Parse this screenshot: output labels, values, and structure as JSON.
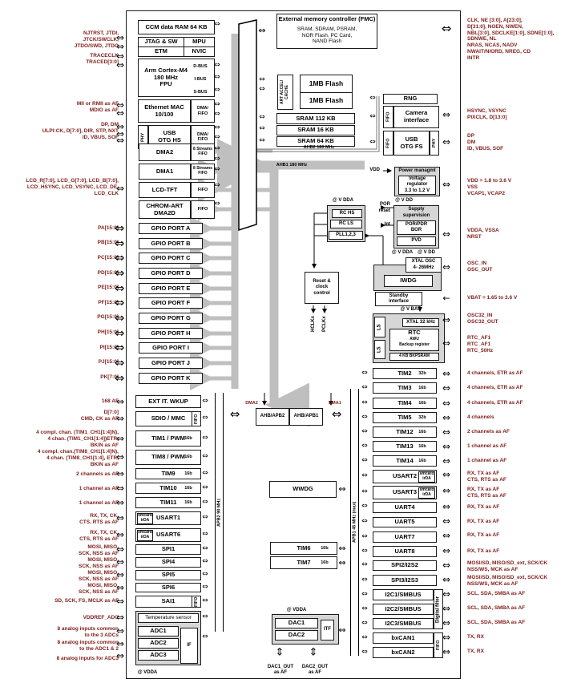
{
  "colors": {
    "pin_label": "#80201c",
    "block_border": "#1a1a1a",
    "shade_fill": "#d6d6d6",
    "bus_gray": "#bfbfbf"
  },
  "core": {
    "ccm": "CCM data RAM 64 KB",
    "jtag": "JTAG & SW",
    "mpu": "MPU",
    "etm": "ETM",
    "nvic": "NVIC",
    "cortex": "Arm Cortex-M4\n180 MHz\nFPU",
    "dbus": "D-BUS",
    "ibus": "I-BUS",
    "sbus": "S-BUS",
    "eth": "Ethernet MAC\n10/100",
    "eth_fifo": "DMA/\nFIFO",
    "phy_hs": "PHY",
    "usb_hs": "USB\nOTG HS",
    "usb_fifo": "DMA/\nFIFO",
    "dma2": "DMA2",
    "streams2": "8 Streams\nFIFO",
    "dma1": "DMA1",
    "streams1": "8 Streams\nFIFO",
    "lcd": "LCD-TFT",
    "lcd_fifo": "FIFO",
    "chromart": "CHROM-ART\nDMA2D",
    "cr_fifo": "FIFO"
  },
  "gpio_ports": [
    "GPIO PORT A",
    "GPIO PORT B",
    "GPIO PORT C",
    "GPIO PORT D",
    "GPIO PORT E",
    "GPIO PORT F",
    "GPIO PORT G",
    "GPIO PORT H",
    "GPIO PORT I",
    "GPIO PORT J",
    "GPIO PORT K"
  ],
  "mem": {
    "fmc_title": "External memory controller (FMC)",
    "fmc_lines": "SRAM, SDRAM, PSRAM,\nNOR Flash, PC Card,\nNAND Flash",
    "art": "ART ACCEL/ CACHE",
    "flash1": "1MB Flash",
    "flash2": "1MB Flash",
    "sram112": "SRAM 112 KB",
    "sram16": "SRAM 16 KB",
    "sram64": "SRAM 64 KB"
  },
  "bus": {
    "ahb2": "AHB2 180 MHz",
    "ahb1": "AHB1 180 MHz",
    "apb2_v": "APB2 90 MHz",
    "apb1_v": "APB1 45 MHz (max)"
  },
  "rt": {
    "rng": "RNG",
    "cam_fifo": "FIFO",
    "camera": "Camera\ninterface",
    "usb_fifo": "FIFO",
    "usb_fs": "USB\nOTG FS",
    "usb_phy": "PHY",
    "vdd": "VDD",
    "power_hdr": "Power managmt",
    "vreg": "Voltage\nregulator\n3.3 to 1.2 V",
    "at_vdd1": "@ V DD",
    "supply_hdr": "Supply\nsupervision",
    "porpdr": "POR/PDR\nBOR",
    "pvd": "PVD",
    "por": "POR\nreset",
    "int": "Int",
    "at_vdda1": "@ V DDA",
    "at_vdd2": "@ V DD",
    "at_vdda2": "@ V DDA",
    "rc_hs": "RC   HS",
    "rc_ls": "RC   LS",
    "pll": "PLL1,2,3",
    "xtal": "XTAL OSC\n4- 26MHz",
    "iwdg": "IWDG",
    "standby": "Standby\ninterface",
    "at_vbat": "@ V BAT",
    "ls1": "LS",
    "ls2": "LS",
    "xtal32": "XTAL 32 kHz",
    "rtc_t": "RTC",
    "awu": "AWU",
    "backup": "Backup register",
    "bkpsram": "4 KB BKPSRAM",
    "rcc": "Reset &\nclock\ncontrol",
    "hclk": "HCLKx",
    "pclk": "PCLKx"
  },
  "br": {
    "dma2": "DMA2",
    "dma1": "DMA1",
    "apb2": "AHB/APB2",
    "apb1": "AHB/APB1",
    "wwdg": "WWDG"
  },
  "ctr": {
    "tim6": "TIM6",
    "tim6_tag": "16b",
    "tim7": "TIM7",
    "tim7_tag": "16b",
    "at_vdda": "@ VDDA",
    "dac1": "DAC1",
    "dac2": "DAC2",
    "itf": "ITF",
    "dac1_out": "DAC1_OUT\nas AF",
    "dac2_out": "DAC2_OUT\nas AF"
  },
  "left_periph": [
    {
      "label": "EXT IT. WKUP"
    },
    {
      "label": "SDIO / MMC",
      "fifo": "FIFO"
    },
    {
      "label": "TIM1 / PWM",
      "tag": "16b"
    },
    {
      "label": "TIM8 / PWM",
      "tag": "16b"
    },
    {
      "label": "TIM9",
      "tag": "16b"
    },
    {
      "label": "TIM10",
      "tag": "16b"
    },
    {
      "label": "TIM11",
      "tag": "16b"
    },
    {
      "label": "USART1",
      "sub": "smcard\nirDA"
    },
    {
      "label": "USART6",
      "sub": "smcard\nirDA"
    },
    {
      "label": "SPI1"
    },
    {
      "label": "SPI4"
    },
    {
      "label": "SPI5"
    },
    {
      "label": "SPI6"
    },
    {
      "label": "SAI1",
      "fifo": "FIFO"
    }
  ],
  "adc": {
    "temp": "Temperature sensor",
    "adc1": "ADC1",
    "adc2": "ADC2",
    "adc3": "ADC3",
    "if": "IF",
    "at_vdda": "@ VDDA"
  },
  "right_periph": [
    {
      "label": "TIM2",
      "tag": "32b"
    },
    {
      "label": "TIM3",
      "tag": "16b"
    },
    {
      "label": "TIM4",
      "tag": "16b"
    },
    {
      "label": "TIM5",
      "tag": "32b"
    },
    {
      "label": "TIM12",
      "tag": "16b"
    },
    {
      "label": "TIM13",
      "tag": "16b"
    },
    {
      "label": "TIM14",
      "tag": "16b"
    },
    {
      "label": "USART2",
      "sub": "smcard\nirDA"
    },
    {
      "label": "USART3",
      "sub": "smcard\nirDA"
    },
    {
      "label": "UART4"
    },
    {
      "label": "UART5"
    },
    {
      "label": "UART7"
    },
    {
      "label": "UART8"
    },
    {
      "label": "SPI2/I2S2"
    },
    {
      "label": "SPI3/I2S3"
    },
    {
      "label": "I2C1/SMBUS"
    },
    {
      "label": "I2C2/SMBUS"
    },
    {
      "label": "I2C3/SMBUS"
    },
    {
      "label": "bxCAN1"
    },
    {
      "label": "bxCAN2"
    }
  ],
  "rp": {
    "digital": "Digital filter",
    "fifo": "FIFO"
  },
  "pins_left": [
    "NJTRST, JTDI,\nJTCK/SWCLK,\nJTDO/SWD, JTDO",
    "TRACECLK\nTRACED[3:0]",
    "MII or RMII as AF\nMDIO as AF",
    "DP, DM\nULPI:CK, D[7:0], DIR, STP, NXT\nID, VBUS, SOF",
    "LCD_R[7:0], LCD_G[7:0], LCD_B[7:0],\nLCD_HSYNC, LCD_VSYNC, LCD_DE,\nLCD_CLK",
    "PA[15:0]",
    "PB[15:0]",
    "PC[15:0]",
    "PD[15:0]",
    "PE[15:0]",
    "PF[15:0]",
    "PG[15:0]",
    "PH[15:0]",
    "PI[15:0]",
    "PJ[15:0]",
    "PK[7:0]",
    "168 AF",
    "D[7:0]\nCMD, CK as AF",
    "4 compl. chan. (TIM1_CH1[1:4]N),\n4 chan. (TIM1_CH1[1:4])ETR,\nBKIN as AF",
    "4 compl. chan.(TIM8_CH1[1:4]N),\n4 chan. (TIM8_CH1[1:4], ETR,\nBKIN as AF",
    "2 channels as AF",
    "1 channel as AF",
    "1 channel as AF",
    "RX, TX, CK,\nCTS, RTS as AF",
    "RX, TX, CK,\nCTS, RTS as AF",
    "MOSI, MISO,\nSCK, NSS as AF",
    "MOSI, MISO,\nSCK, NSS as AF",
    "MOSI, MISO,\nSCK, NSS as AF",
    "MOSI, MISO,\nSCK, NSS as AF",
    "SD, SCK, FS, MCLK as AF",
    "VDDREF_ADC",
    "8 analog inputs common\nto the 3 ADCs",
    "8 analog inputs common\nto the ADC1 & 2",
    "8 analog inputs for ADC3"
  ],
  "pins_right": [
    "CLK, NE [3:0], A[23:0],\nD[31:0], NOEN, NWEN,\nNBL[3:0], SDCLKE[1:0], SDNE[1:0],\nSDNWE, NL\nNRAS, NCAS, NADV\nNWAIT/NIORD, NREG, CD\nINTR",
    "HSYNC, VSYNC\nPIXCLK, D[13:0]",
    "DP\nDM\nID, VBUS, SOF",
    "VDD = 1.8 to 3.6 V\nVSS\nVCAP1, VCAP2",
    "VDDA, VSSA\nNRST",
    "OSC_IN\nOSC_OUT",
    "VBAT = 1.65 to 3.6 V",
    "OSC32_IN\nOSC32_OUT",
    "RTC_AF1\nRTC_AF1\nRTC_50Hz",
    "4 channels, ETR as AF",
    "4 channels, ETR as AF",
    "4 channels, ETR as AF",
    "4 channels",
    "2 channels as AF",
    "1 channel as AF",
    "1 channel as AF",
    "RX, TX as AF\nCTS, RTS as AF",
    "RX, TX as AF\nCTS, RTS as AF",
    "RX, TX as AF",
    "RX, TX as AF",
    "RX, TX as AF",
    "RX, TX as AF",
    "MOSI/SD, MISO/SD_ext, SCK/CK\nNSS/WS, MCK as AF",
    "MOSI/SD, MISO/SD_ext, SCK/CK\nNSS/WS, MCK as AF",
    "SCL, SDA, SMBA as AF",
    "SCL, SDA, SMBA as AF",
    "SCL, SDA, SMBA as AF",
    "TX, RX",
    "TX, RX"
  ]
}
